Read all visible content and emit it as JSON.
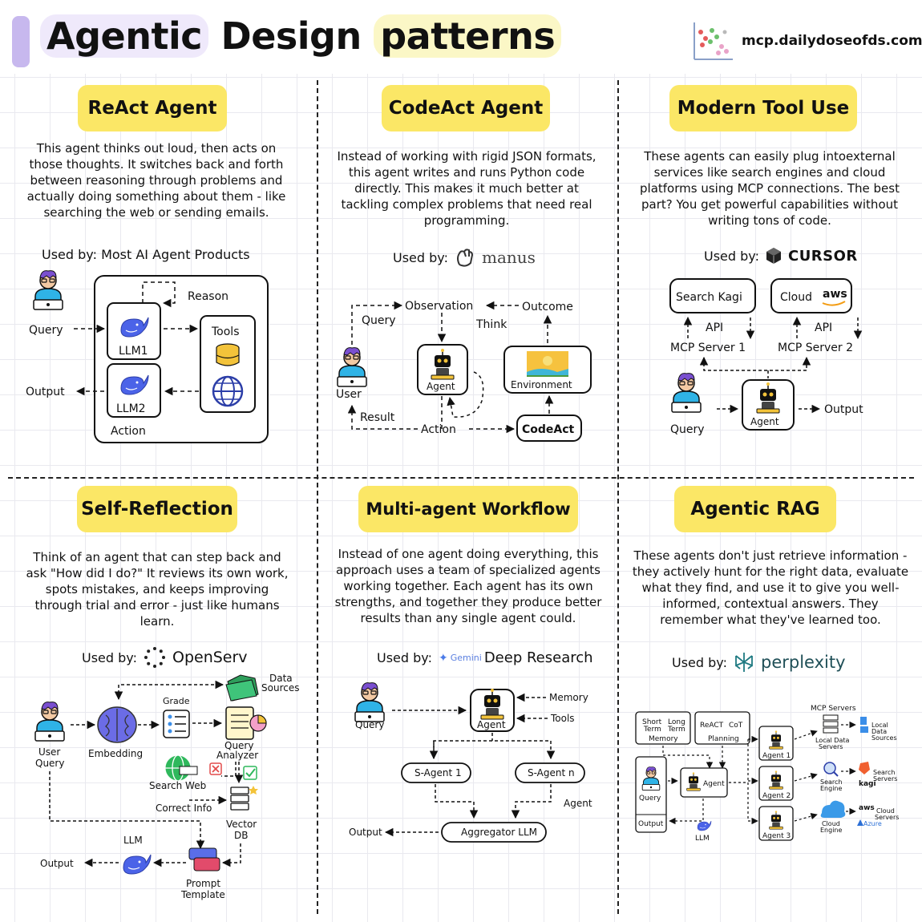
{
  "header": {
    "title_a": "Agentic",
    "title_b": " Design ",
    "title_c": "patterns",
    "site": "mcp.dailydoseofds.com"
  },
  "panels": {
    "react": {
      "title": "ReAct Agent",
      "desc": "This agent thinks out loud, then acts on those thoughts. It switches back and forth between reasoning through problems and actually doing something about them - like searching the web or sending emails.",
      "used_by": "Used by: Most AI Agent Products",
      "labels": {
        "reason": "Reason",
        "query": "Query",
        "tools": "Tools",
        "llm1": "LLM1",
        "llm2": "LLM2",
        "output": "Output",
        "action": "Action"
      }
    },
    "codeact": {
      "title": "CodeAct Agent",
      "desc": "Instead of working with rigid JSON formats, this agent writes and runs Python code directly. This makes it much better at tackling complex problems that need real programming.",
      "used_by": "Used by:",
      "brand": "manus",
      "labels": {
        "observation": "Observation",
        "outcome": "Outcome",
        "query": "Query",
        "think": "Think",
        "agent": "Agent",
        "environment": "Environment",
        "user": "User",
        "result": "Result",
        "action": "Action",
        "codeact": "CodeAct"
      }
    },
    "tooluse": {
      "title": "Modern Tool Use",
      "desc": "These agents can easily plug intoexternal services like search engines and cloud platforms using MCP connections. The best part? You get powerful capabilities without writing tons of code.",
      "used_by": "Used by:",
      "brand": "CURSOR",
      "labels": {
        "search": "Search Kagi",
        "cloud": "Cloud",
        "aws": "aws",
        "api1": "API",
        "api2": "API",
        "mcp1": "MCP Server 1",
        "mcp2": "MCP Server 2",
        "query": "Query",
        "agent": "Agent",
        "output": "Output"
      }
    },
    "reflection": {
      "title": "Self-Reflection",
      "desc": "Think of an agent that can step back and ask \"How did I do?\" It reviews its own work, spots mistakes, and keeps improving through trial and error - just like humans learn.",
      "used_by": "Used by:",
      "brand": "OpenServ",
      "labels": {
        "data_sources": "Data Sources",
        "grade": "Grade",
        "user_query": "User Query",
        "embedding": "Embedding",
        "query_analyzer": "Query Analyzer",
        "search_web": "Search Web",
        "correct_info": "Correct Info",
        "vector_db": "Vector DB",
        "llm": "LLM",
        "output": "Output",
        "prompt_template": "Prompt Template"
      }
    },
    "multiagent": {
      "title": "Multi-agent Workflow",
      "desc": "Instead of one agent doing everything, this approach uses a team of specialized agents working together. Each agent has its own strengths, and together they produce better results than any single agent could.",
      "used_by": "Used by:",
      "brand_small": "Gemini",
      "brand": "Deep Research",
      "labels": {
        "memory": "Memory",
        "tools": "Tools",
        "query": "Query",
        "agent": "Agent",
        "s_agent_1": "S-Agent 1",
        "s_agent_n": "S-Agent n",
        "agent2": "Agent",
        "output": "Output",
        "aggregator": "Aggregator LLM"
      }
    },
    "rag": {
      "title": "Agentic RAG",
      "desc": "These agents don't just retrieve information - they actively hunt for the right data, evaluate what they find, and use it to give you well-informed, contextual answers. They remember what they've learned too.",
      "used_by": "Used by:",
      "brand": "perplexity",
      "labels": {
        "short_term": "Short Term",
        "long_term": "Long Term",
        "memory": "Memory",
        "react": "ReACT",
        "cot": "CoT",
        "planning": "Planning",
        "mcp_servers": "MCP Servers",
        "local_data": "Local Data Sources",
        "local_data_servers": "Local Data Servers",
        "search_engine": "Search Engine",
        "search_servers": "Search Servers",
        "kagi": "kagi",
        "cloud_engine": "Cloud Engine",
        "cloud_servers": "Cloud Servers",
        "aws": "aws",
        "azure": "Azure",
        "query": "Query",
        "output": "Output",
        "agent": "Agent",
        "agent1": "Agent 1",
        "agent2": "Agent 2",
        "agent3": "Agent 3",
        "llm": "LLM"
      }
    }
  },
  "colors": {
    "pill": "#fbe766",
    "accent": "#c7b8ee",
    "whale": "#4b63e8",
    "user_shirt": "#2fb3e6"
  }
}
